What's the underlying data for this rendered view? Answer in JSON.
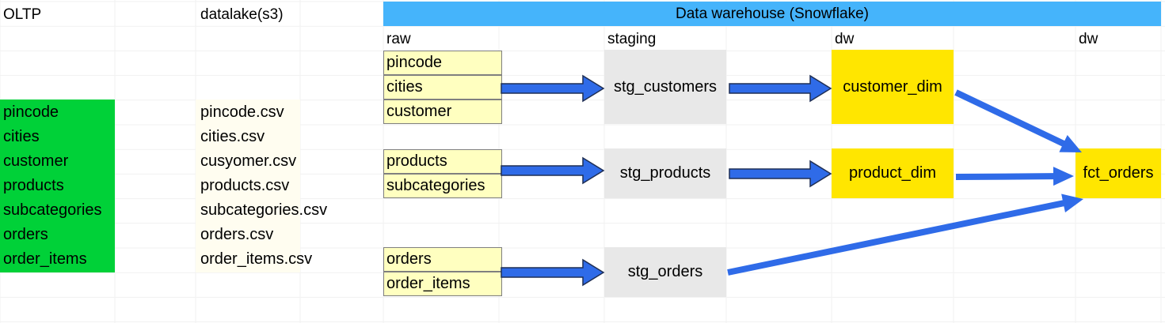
{
  "columns": {
    "oltp": "OLTP",
    "datalake": "datalake(s3)",
    "warehouse": "Data warehouse (Snowflake)",
    "raw": "raw",
    "staging": "staging",
    "dw1": "dw",
    "dw2": "dw"
  },
  "oltp_tables": [
    "pincode",
    "cities",
    "customer",
    "products",
    "subcategories",
    "orders",
    "order_items"
  ],
  "s3_files": [
    "pincode.csv",
    "cities.csv",
    "cusyomer.csv",
    "products.csv",
    "subcategories.csv",
    "orders.csv",
    "order_items.csv"
  ],
  "raw_groups": [
    [
      "pincode",
      "cities",
      "customer"
    ],
    [
      "products",
      "subcategories"
    ],
    [
      "orders",
      "order_items"
    ]
  ],
  "staging": [
    "stg_customers",
    "stg_products",
    "stg_orders"
  ],
  "dims": [
    "customer_dim",
    "product_dim"
  ],
  "fact": "fct_orders",
  "colors": {
    "oltp_fill": "#00d138",
    "banner_fill": "#45b4fb",
    "raw_fill": "#ffffc0",
    "staging_fill": "#e8e8e8",
    "dw_fill": "#ffe600",
    "arrow_fill": "#2f6be8"
  }
}
